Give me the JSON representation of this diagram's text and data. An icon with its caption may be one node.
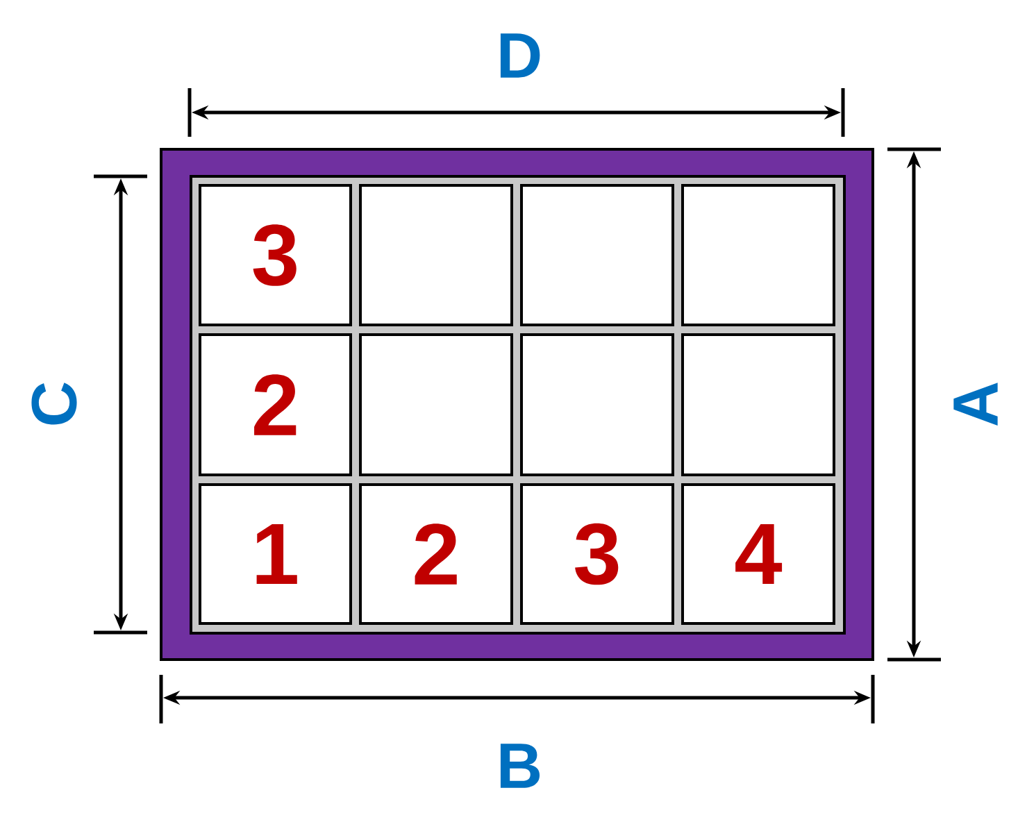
{
  "diagram": {
    "nodes": [
      {
        "text": [],
        "shape": "box"
      },
      {
        "text": [
          "3"
        ],
        "in": 0
      },
      {
        "text": [],
        "shape": "box",
        "in": 0
      },
      {
        "text": [],
        "shape": "box",
        "in": 0
      },
      {
        "text": [],
        "shape": "box",
        "in": 0
      },
      {
        "text": [
          "2"
        ],
        "in": 0
      },
      {
        "text": [],
        "shape": "box",
        "in": 0
      },
      {
        "text": [],
        "shape": "box",
        "in": 0
      },
      {
        "text": [],
        "shape": "box",
        "in": 0
      },
      {
        "text": [
          "1"
        ],
        "in": 0
      },
      {
        "text": [
          "2"
        ],
        "in": 0
      },
      {
        "text": [
          "3"
        ],
        "in": 0
      },
      {
        "text": [
          "4"
        ],
        "in": 0
      }
    ],
    "edges": [],
    "labels": [
      "D",
      "C",
      "A",
      "B"
    ]
  }
}
